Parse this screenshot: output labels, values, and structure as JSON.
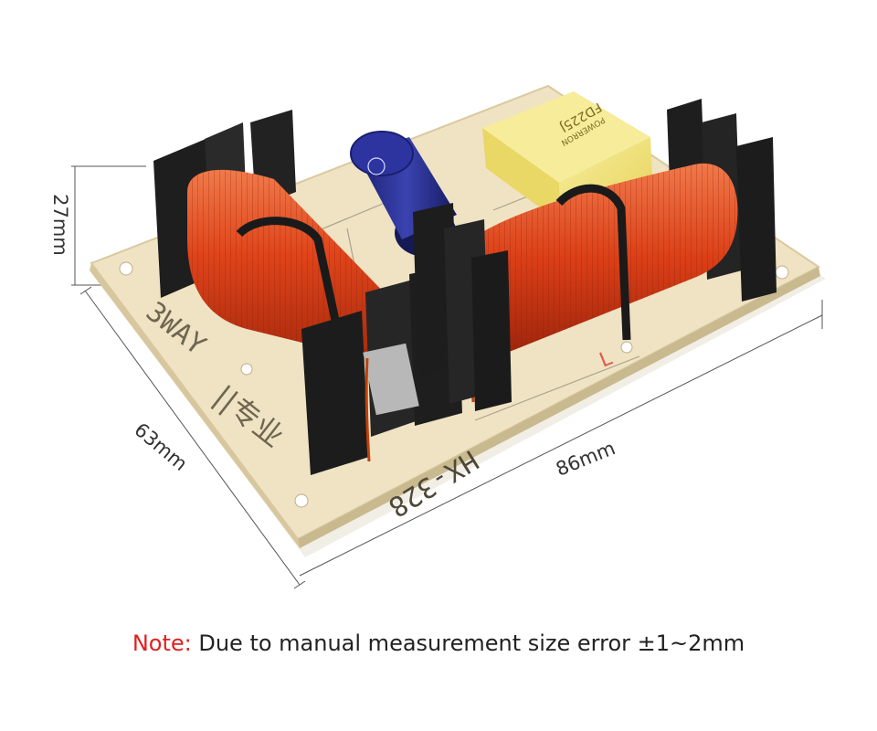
{
  "dimensions": {
    "height": "27mm",
    "depth": "63mm",
    "width": "86mm"
  },
  "pcb_text": {
    "ways": "3WAY",
    "model": "HX-328",
    "brand": "||专业",
    "label_h": "H",
    "label_l": "L"
  },
  "capacitors": {
    "film_line1": "FD225J",
    "film_line2": "POWERRON"
  },
  "note": {
    "label": "Note:",
    "text": " Due to manual measurement size error ±1~2mm"
  },
  "colors": {
    "board": "#efe3c4",
    "copper_coil": "#e24a1c",
    "bobbin": "#1e1e1e",
    "electrolytic": "#2a2f8a",
    "film_capacitor": "#f2e27a",
    "note_label": "#e02020"
  }
}
